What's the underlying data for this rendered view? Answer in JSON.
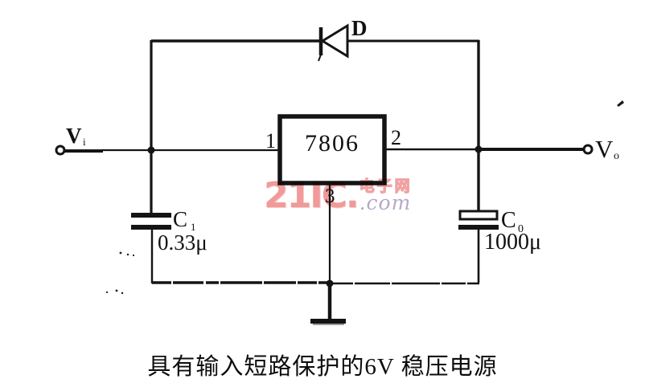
{
  "colors": {
    "ink": "#141414",
    "paper": "#ffffff",
    "watermark_pink": "#f09a9a",
    "watermark_pink_outline": "#f0a2a2",
    "watermark_lavender": "#b5aac8"
  },
  "terminals": {
    "input": {
      "label": "V",
      "sub": "i"
    },
    "output": {
      "label": "V",
      "sub": "o"
    }
  },
  "components": {
    "diode": {
      "label": "D"
    },
    "regulator": {
      "label": "7806",
      "pin_input": "1",
      "pin_output": "2",
      "pin_ground": "3"
    },
    "input_capacitor": {
      "label": "C",
      "sub": "1",
      "value": "0.33μ"
    },
    "output_capacitor": {
      "label": "C",
      "sub": "0",
      "value": "1000μ"
    }
  },
  "watermark": {
    "brand": "21IC.",
    "cjk": "电子网",
    "domain": ".com"
  },
  "caption": "具有输入短路保护的6V 稳压电源"
}
